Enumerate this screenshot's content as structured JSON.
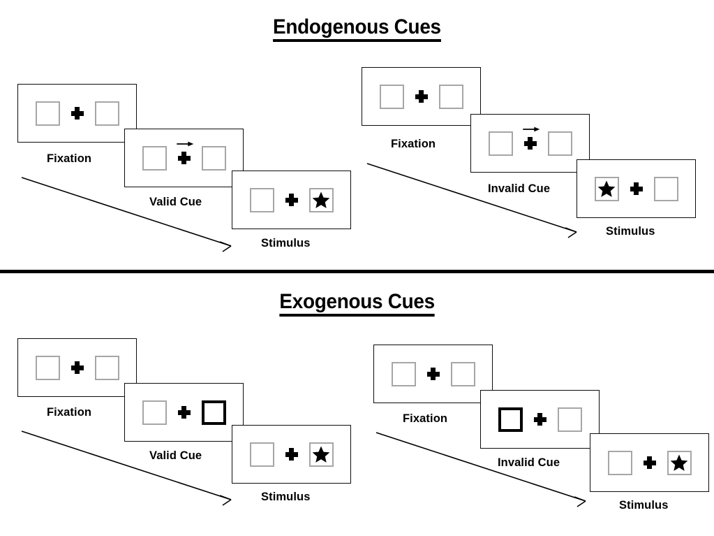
{
  "figure": {
    "sections": [
      {
        "id": "endogenous",
        "title": "Endogenous Cues",
        "sequences": [
          {
            "id": "endogenous-valid",
            "cue_type": "arrow",
            "frames": [
              {
                "caption": "Fixation",
                "cue": "none",
                "target": "none"
              },
              {
                "caption": "Valid Cue",
                "cue": "arrow-right",
                "target": "none"
              },
              {
                "caption": "Stimulus",
                "cue": "none",
                "target": "right"
              }
            ]
          },
          {
            "id": "endogenous-invalid",
            "cue_type": "arrow",
            "frames": [
              {
                "caption": "Fixation",
                "cue": "none",
                "target": "none"
              },
              {
                "caption": "Invalid Cue",
                "cue": "arrow-right",
                "target": "none"
              },
              {
                "caption": "Stimulus",
                "cue": "none",
                "target": "left"
              }
            ]
          }
        ]
      },
      {
        "id": "exogenous",
        "title": "Exogenous Cues",
        "sequences": [
          {
            "id": "exogenous-valid",
            "cue_type": "box-highlight",
            "frames": [
              {
                "caption": "Fixation",
                "cue": "none",
                "target": "none"
              },
              {
                "caption": "Valid Cue",
                "cue": "highlight-right",
                "target": "none"
              },
              {
                "caption": "Stimulus",
                "cue": "none",
                "target": "right"
              }
            ]
          },
          {
            "id": "exogenous-invalid",
            "cue_type": "box-highlight",
            "frames": [
              {
                "caption": "Fixation",
                "cue": "none",
                "target": "none"
              },
              {
                "caption": "Invalid Cue",
                "cue": "highlight-left",
                "target": "none"
              },
              {
                "caption": "Stimulus",
                "cue": "none",
                "target": "right"
              }
            ]
          }
        ]
      }
    ],
    "icons": {
      "fixation_cross": "plus-cross-icon",
      "cue_arrow": "arrow-right-icon",
      "target": "star-icon",
      "time_flow": "time-arrow-icon"
    },
    "colors": {
      "ink": "#000000",
      "panel_border": "#0b0b0b",
      "box_border": "#a6a6a6",
      "cued_box_border": "#000000",
      "background": "#ffffff"
    }
  }
}
